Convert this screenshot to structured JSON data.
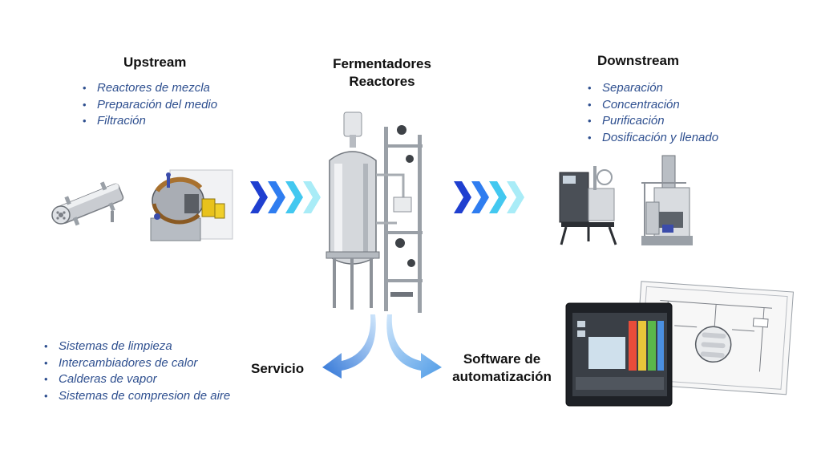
{
  "upstream": {
    "title": "Upstream",
    "items": [
      "Reactores de mezcla",
      "Preparación del medio",
      "Filtración"
    ]
  },
  "reactor": {
    "title_line1": "Fermentadores",
    "title_line2": "Reactores"
  },
  "downstream": {
    "title": "Downstream",
    "items": [
      "Separación",
      "Concentración",
      "Purificación",
      "Dosificación y llenado"
    ]
  },
  "servicio": {
    "title": "Servicio",
    "items": [
      "Sistemas de limpieza",
      "Intercambiadores de calor",
      "Calderas de vapor",
      "Sistemas de compresion de aire"
    ]
  },
  "software": {
    "title_line1": "Software de",
    "title_line2": "automatización"
  },
  "colors": {
    "list_text": "#2e4f8f",
    "chevron_1": "#1f3fd0",
    "chevron_2": "#2f7df0",
    "chevron_3": "#43c8f0",
    "chevron_4": "#a9ecf7",
    "curved_arrow": "#2f74d6"
  }
}
